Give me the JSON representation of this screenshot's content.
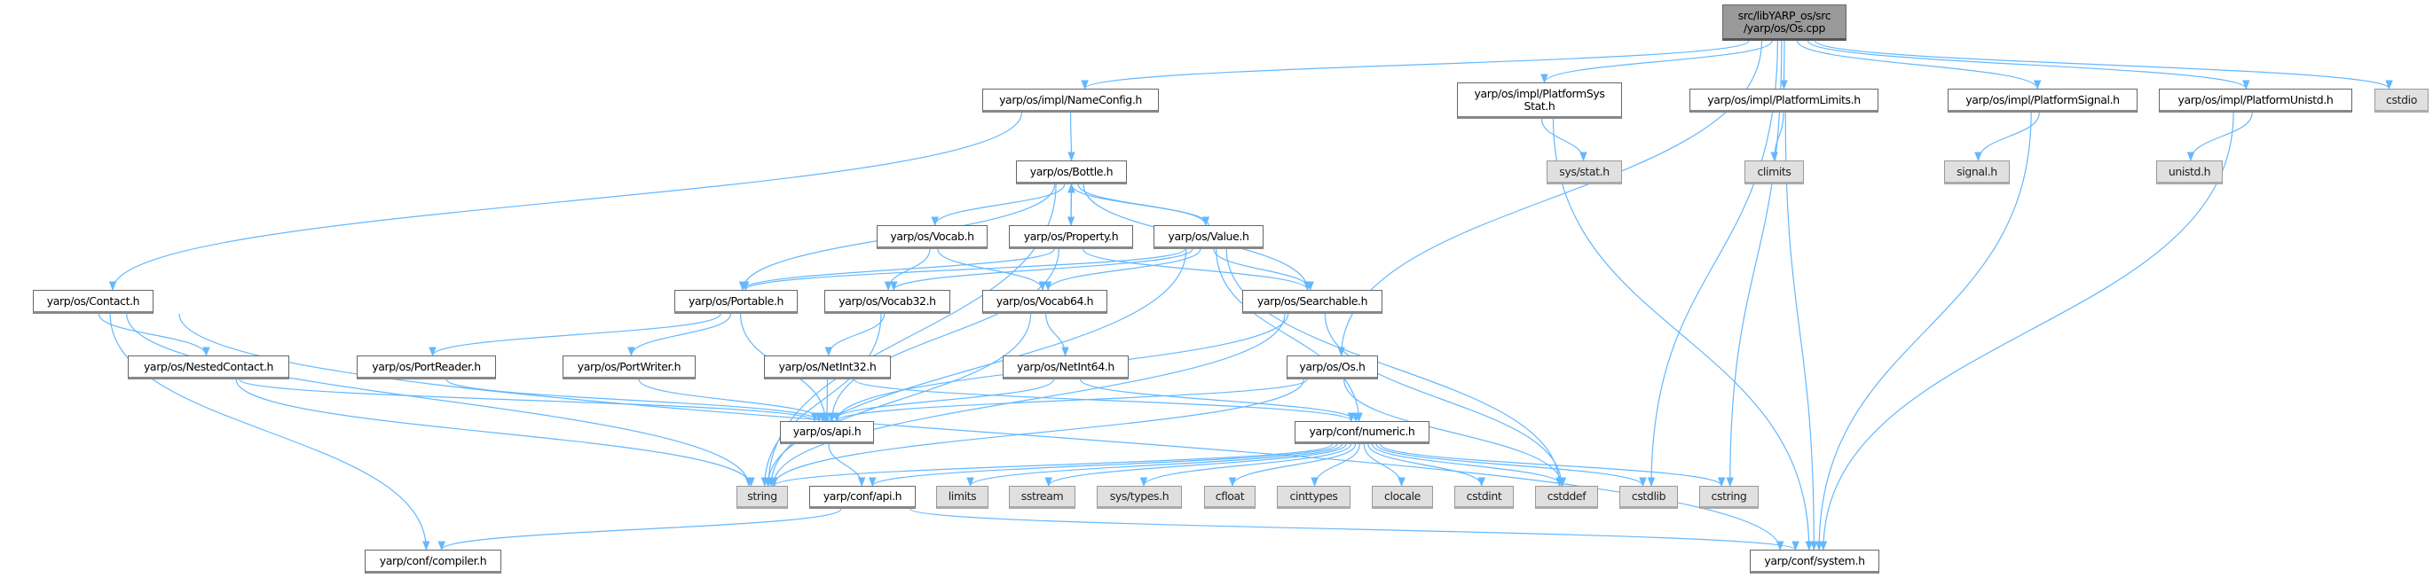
{
  "colors": {
    "edge": "#63b8ff",
    "main_fill": "#999999",
    "sys_fill": "#e0e0e0",
    "node_fill": "#ffffff"
  },
  "nodes": {
    "oscpp": {
      "label": "src/libYARP_os/src\n/yarp/os/Os.cpp",
      "kind": "main"
    },
    "nameconfig": {
      "label": "yarp/os/impl/NameConfig.h",
      "kind": "user"
    },
    "sysstat": {
      "label": "yarp/os/impl/PlatformSys\nStat.h",
      "kind": "user"
    },
    "plimits": {
      "label": "yarp/os/impl/PlatformLimits.h",
      "kind": "user"
    },
    "psignal": {
      "label": "yarp/os/impl/PlatformSignal.h",
      "kind": "user"
    },
    "punistd": {
      "label": "yarp/os/impl/PlatformUnistd.h",
      "kind": "user"
    },
    "cstdio": {
      "label": "cstdio",
      "kind": "sys"
    },
    "bottle": {
      "label": "yarp/os/Bottle.h",
      "kind": "user"
    },
    "sysstath": {
      "label": "sys/stat.h",
      "kind": "sys"
    },
    "climits": {
      "label": "climits",
      "kind": "sys"
    },
    "signalh": {
      "label": "signal.h",
      "kind": "sys"
    },
    "unistdh": {
      "label": "unistd.h",
      "kind": "sys"
    },
    "vocab": {
      "label": "yarp/os/Vocab.h",
      "kind": "user"
    },
    "property": {
      "label": "yarp/os/Property.h",
      "kind": "user"
    },
    "value": {
      "label": "yarp/os/Value.h",
      "kind": "user"
    },
    "contact": {
      "label": "yarp/os/Contact.h",
      "kind": "user"
    },
    "portable": {
      "label": "yarp/os/Portable.h",
      "kind": "user"
    },
    "vocab32": {
      "label": "yarp/os/Vocab32.h",
      "kind": "user"
    },
    "vocab64": {
      "label": "yarp/os/Vocab64.h",
      "kind": "user"
    },
    "searchable": {
      "label": "yarp/os/Searchable.h",
      "kind": "user"
    },
    "nestedcontact": {
      "label": "yarp/os/NestedContact.h",
      "kind": "user"
    },
    "portreader": {
      "label": "yarp/os/PortReader.h",
      "kind": "user"
    },
    "portwriter": {
      "label": "yarp/os/PortWriter.h",
      "kind": "user"
    },
    "netint32": {
      "label": "yarp/os/NetInt32.h",
      "kind": "user"
    },
    "netint64": {
      "label": "yarp/os/NetInt64.h",
      "kind": "user"
    },
    "osh": {
      "label": "yarp/os/Os.h",
      "kind": "user"
    },
    "osapi": {
      "label": "yarp/os/api.h",
      "kind": "user"
    },
    "numeric": {
      "label": "yarp/conf/numeric.h",
      "kind": "user"
    },
    "string": {
      "label": "string",
      "kind": "sys"
    },
    "confapi": {
      "label": "yarp/conf/api.h",
      "kind": "user"
    },
    "limits": {
      "label": "limits",
      "kind": "sys"
    },
    "sstream": {
      "label": "sstream",
      "kind": "sys"
    },
    "systypes": {
      "label": "sys/types.h",
      "kind": "sys"
    },
    "cfloat": {
      "label": "cfloat",
      "kind": "sys"
    },
    "cinttypes": {
      "label": "cinttypes",
      "kind": "sys"
    },
    "clocale": {
      "label": "clocale",
      "kind": "sys"
    },
    "cstdint": {
      "label": "cstdint",
      "kind": "sys"
    },
    "cstddef": {
      "label": "cstddef",
      "kind": "sys"
    },
    "cstdlib": {
      "label": "cstdlib",
      "kind": "sys"
    },
    "cstring": {
      "label": "cstring",
      "kind": "sys"
    },
    "compiler": {
      "label": "yarp/conf/compiler.h",
      "kind": "user"
    },
    "system": {
      "label": "yarp/conf/system.h",
      "kind": "user"
    }
  },
  "edges": [
    [
      "oscpp",
      "nameconfig"
    ],
    [
      "oscpp",
      "sysstat"
    ],
    [
      "oscpp",
      "plimits"
    ],
    [
      "oscpp",
      "psignal"
    ],
    [
      "oscpp",
      "punistd"
    ],
    [
      "oscpp",
      "cstdio"
    ],
    [
      "oscpp",
      "osh"
    ],
    [
      "oscpp",
      "cstdlib"
    ],
    [
      "oscpp",
      "cstring"
    ],
    [
      "nameconfig",
      "contact"
    ],
    [
      "nameconfig",
      "bottle"
    ],
    [
      "sysstat",
      "sysstath"
    ],
    [
      "sysstat",
      "system"
    ],
    [
      "plimits",
      "climits"
    ],
    [
      "plimits",
      "system"
    ],
    [
      "psignal",
      "signalh"
    ],
    [
      "psignal",
      "system"
    ],
    [
      "punistd",
      "unistdh"
    ],
    [
      "punistd",
      "system"
    ],
    [
      "bottle",
      "vocab"
    ],
    [
      "bottle",
      "property"
    ],
    [
      "bottle",
      "value"
    ],
    [
      "bottle",
      "searchable"
    ],
    [
      "bottle",
      "portable"
    ],
    [
      "bottle",
      "string"
    ],
    [
      "property",
      "bottle"
    ],
    [
      "property",
      "searchable"
    ],
    [
      "property",
      "portable"
    ],
    [
      "property",
      "osapi"
    ],
    [
      "value",
      "bottle"
    ],
    [
      "value",
      "portable"
    ],
    [
      "value",
      "vocab32"
    ],
    [
      "value",
      "vocab64"
    ],
    [
      "value",
      "searchable"
    ],
    [
      "value",
      "string"
    ],
    [
      "value",
      "numeric"
    ],
    [
      "value",
      "cstddef"
    ],
    [
      "vocab",
      "vocab32"
    ],
    [
      "vocab",
      "vocab64"
    ],
    [
      "contact",
      "nestedcontact"
    ],
    [
      "contact",
      "string"
    ],
    [
      "contact",
      "compiler"
    ],
    [
      "contact",
      "system"
    ],
    [
      "nestedcontact",
      "osapi"
    ],
    [
      "nestedcontact",
      "string"
    ],
    [
      "portable",
      "portreader"
    ],
    [
      "portable",
      "portwriter"
    ],
    [
      "portable",
      "osapi"
    ],
    [
      "vocab32",
      "netint32"
    ],
    [
      "vocab32",
      "string"
    ],
    [
      "vocab64",
      "netint64"
    ],
    [
      "vocab64",
      "string"
    ],
    [
      "searchable",
      "osapi"
    ],
    [
      "searchable",
      "string"
    ],
    [
      "searchable",
      "cstddef"
    ],
    [
      "portreader",
      "osapi"
    ],
    [
      "portwriter",
      "osapi"
    ],
    [
      "netint32",
      "osapi"
    ],
    [
      "netint32",
      "numeric"
    ],
    [
      "netint64",
      "osapi"
    ],
    [
      "netint64",
      "numeric"
    ],
    [
      "osh",
      "osapi"
    ],
    [
      "osh",
      "string"
    ],
    [
      "osh",
      "cstddef"
    ],
    [
      "osapi",
      "confapi"
    ],
    [
      "numeric",
      "string"
    ],
    [
      "numeric",
      "confapi"
    ],
    [
      "numeric",
      "limits"
    ],
    [
      "numeric",
      "sstream"
    ],
    [
      "numeric",
      "systypes"
    ],
    [
      "numeric",
      "cfloat"
    ],
    [
      "numeric",
      "cinttypes"
    ],
    [
      "numeric",
      "clocale"
    ],
    [
      "numeric",
      "cstdint"
    ],
    [
      "numeric",
      "cstddef"
    ],
    [
      "numeric",
      "cstdlib"
    ],
    [
      "numeric",
      "cstring"
    ],
    [
      "confapi",
      "compiler"
    ],
    [
      "confapi",
      "system"
    ]
  ]
}
